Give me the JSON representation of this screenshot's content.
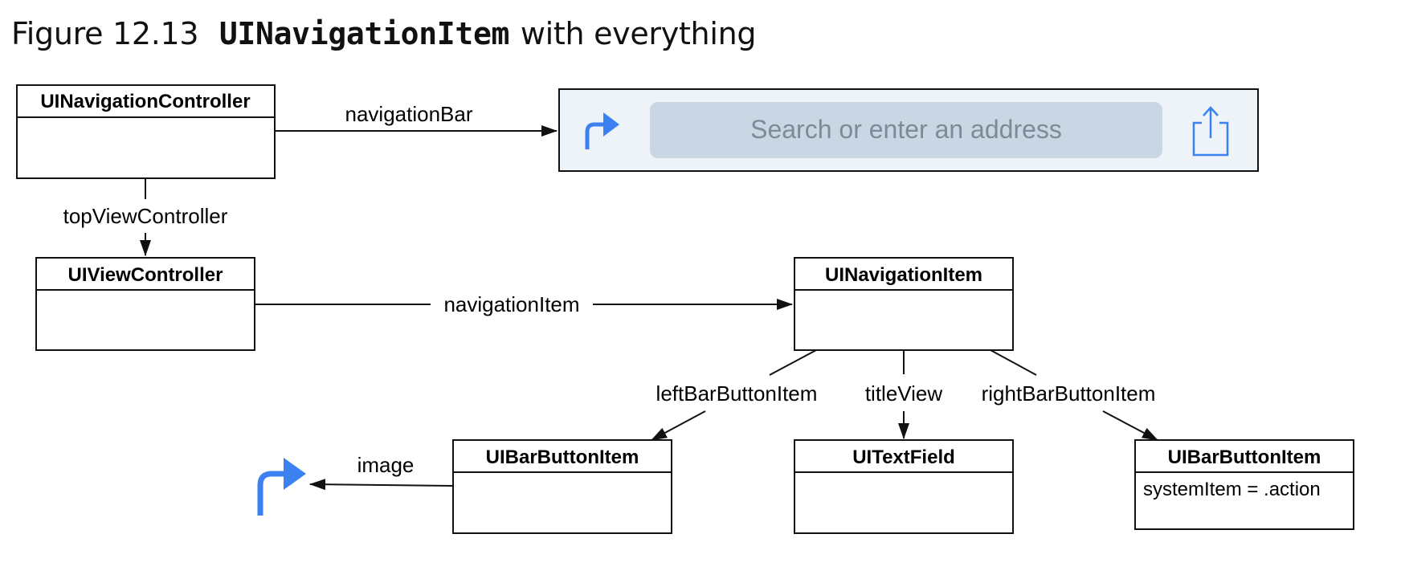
{
  "caption": {
    "figure_number": "Figure 12.13",
    "class_name": "UINavigationItem",
    "suffix": "with everything"
  },
  "boxes": {
    "navigation_controller": "UINavigationController",
    "view_controller": "UIViewController",
    "navigation_item": "UINavigationItem",
    "left_bar_button_item": "UIBarButtonItem",
    "text_field": "UITextField",
    "right_bar_button_item": "UIBarButtonItem",
    "right_bar_button_attr": "systemItem = .action"
  },
  "relations": {
    "navigation_bar": "navigationBar",
    "top_view_controller": "topViewController",
    "navigation_item": "navigationItem",
    "left_bar_button_item": "leftBarButtonItem",
    "title_view": "titleView",
    "right_bar_button_item": "rightBarButtonItem",
    "image": "image"
  },
  "navbar": {
    "search_placeholder": "Search or enter an address",
    "left_icon": "turn-right-arrow-icon",
    "right_icon": "share-icon"
  },
  "colors": {
    "accent": "#3b82f0",
    "navbar_bg": "#eef3f8",
    "search_bg": "#c9d6e3",
    "search_text": "#7d8a97",
    "line": "#111111"
  }
}
